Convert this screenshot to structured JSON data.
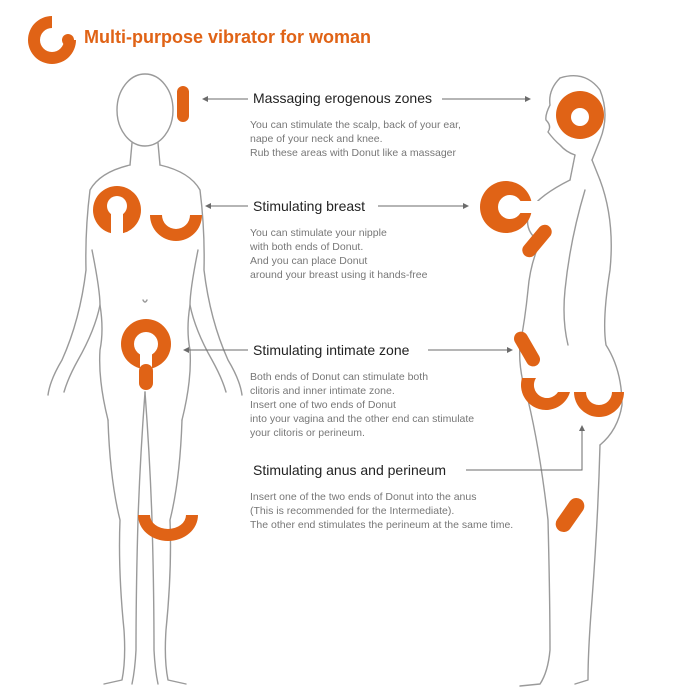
{
  "header": {
    "title": "Multi-purpose vibrator for woman",
    "logo_icon": "c-ring-logo-icon",
    "accent_color": "#e06316"
  },
  "sections": [
    {
      "title": "Massaging erogenous zones",
      "lines": [
        "You can stimulate the scalp, back of your ear,",
        "nape of your neck and knee.",
        "Rub these areas with Donut like a massager"
      ]
    },
    {
      "title": "Stimulating breast",
      "lines": [
        "You can stimulate your nipple",
        "with both ends of Donut.",
        "And you can place Donut",
        "around your breast using it hands-free"
      ]
    },
    {
      "title": "Stimulating intimate zone",
      "lines": [
        "Both ends of Donut can stimulate both",
        "clitoris and inner intimate zone.",
        "Insert one of two ends of Donut",
        "into your vagina and the other end can stimulate",
        "your clitoris or perineum."
      ]
    },
    {
      "title": "Stimulating anus and perineum",
      "lines": [
        "Insert one of the two ends of Donut into the anus",
        "(This is recommended for the Intermediate).",
        "The other end stimulates the perineum at the same time."
      ]
    }
  ]
}
